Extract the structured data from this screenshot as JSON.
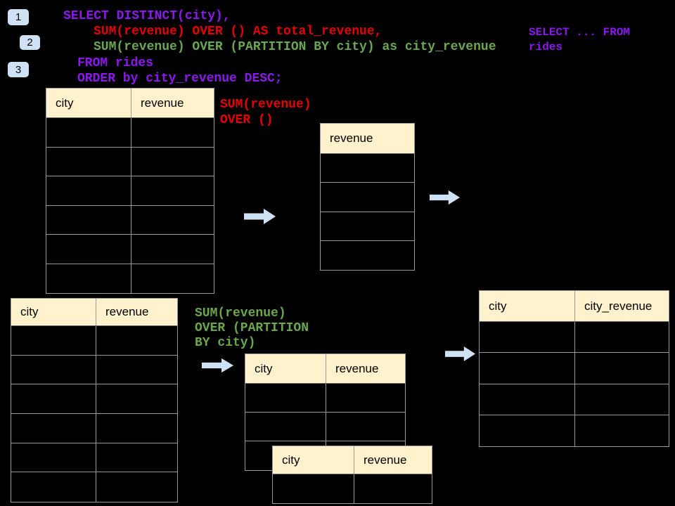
{
  "colors": {
    "background": "#000000",
    "purple": "#8c18ee",
    "red": "#e60000",
    "green": "#6aa84f",
    "accent_blue": "#cfe2f3",
    "header_fill": "#fff2cc",
    "border": "#999999"
  },
  "steps": {
    "badges": [
      "1",
      "2",
      "3"
    ]
  },
  "code": {
    "lines": [
      {
        "text": "SELECT DISTINCT(city),",
        "color": "purple"
      },
      {
        "text": "SUM(revenue) OVER () AS total_revenue,",
        "color": "red"
      },
      {
        "text": "SUM(revenue) OVER (PARTITION BY city) as city_revenue",
        "color": "green"
      },
      {
        "text": "FROM rides",
        "color": "purple"
      },
      {
        "text": "ORDER by city_revenue DESC;",
        "color": "purple"
      }
    ]
  },
  "side_note": {
    "lines": [
      "SELECT ... FROM",
      "rides"
    ],
    "color": "purple"
  },
  "labels": {
    "total": {
      "lines": [
        "SUM(revenue)",
        "OVER ()"
      ],
      "color": "red"
    },
    "partition": {
      "lines": [
        "SUM(revenue)",
        "OVER (PARTITION",
        "BY city)"
      ],
      "color": "green"
    }
  },
  "tables": {
    "source": {
      "headers": [
        "city",
        "revenue"
      ],
      "rows": 6
    },
    "total_revenue": {
      "headers": [
        "revenue"
      ],
      "rows": 4
    },
    "source2": {
      "headers": [
        "city",
        "revenue"
      ],
      "rows": 6
    },
    "partition_mid": {
      "headers": [
        "city",
        "revenue"
      ],
      "rows": 3
    },
    "partition_overlay": {
      "headers": [
        "city",
        "revenue"
      ],
      "rows": 1
    },
    "result": {
      "headers": [
        "city",
        "city_revenue"
      ],
      "rows": 4
    }
  }
}
